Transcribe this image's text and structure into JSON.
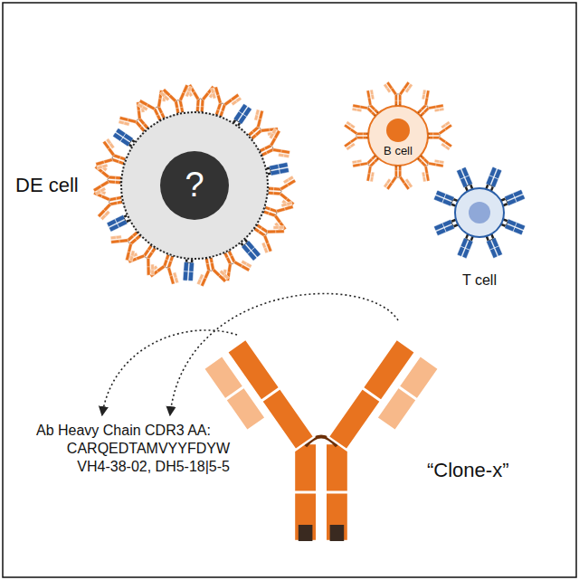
{
  "diagram": {
    "nodes": [
      {
        "text": [
          "DE cell"
        ]
      },
      {
        "text": [
          "?"
        ],
        "in": 0
      },
      {
        "text": [
          "B cell"
        ]
      },
      {
        "text": [
          "T cell"
        ]
      },
      {
        "text": [
          "“Clone-x”"
        ]
      }
    ],
    "labels": [
      "Ab Heavy Chain CDR3 AA:",
      "CARQEDTAMVYYFDYW",
      "VH4-38-02, DH5-18|5-5"
    ]
  }
}
